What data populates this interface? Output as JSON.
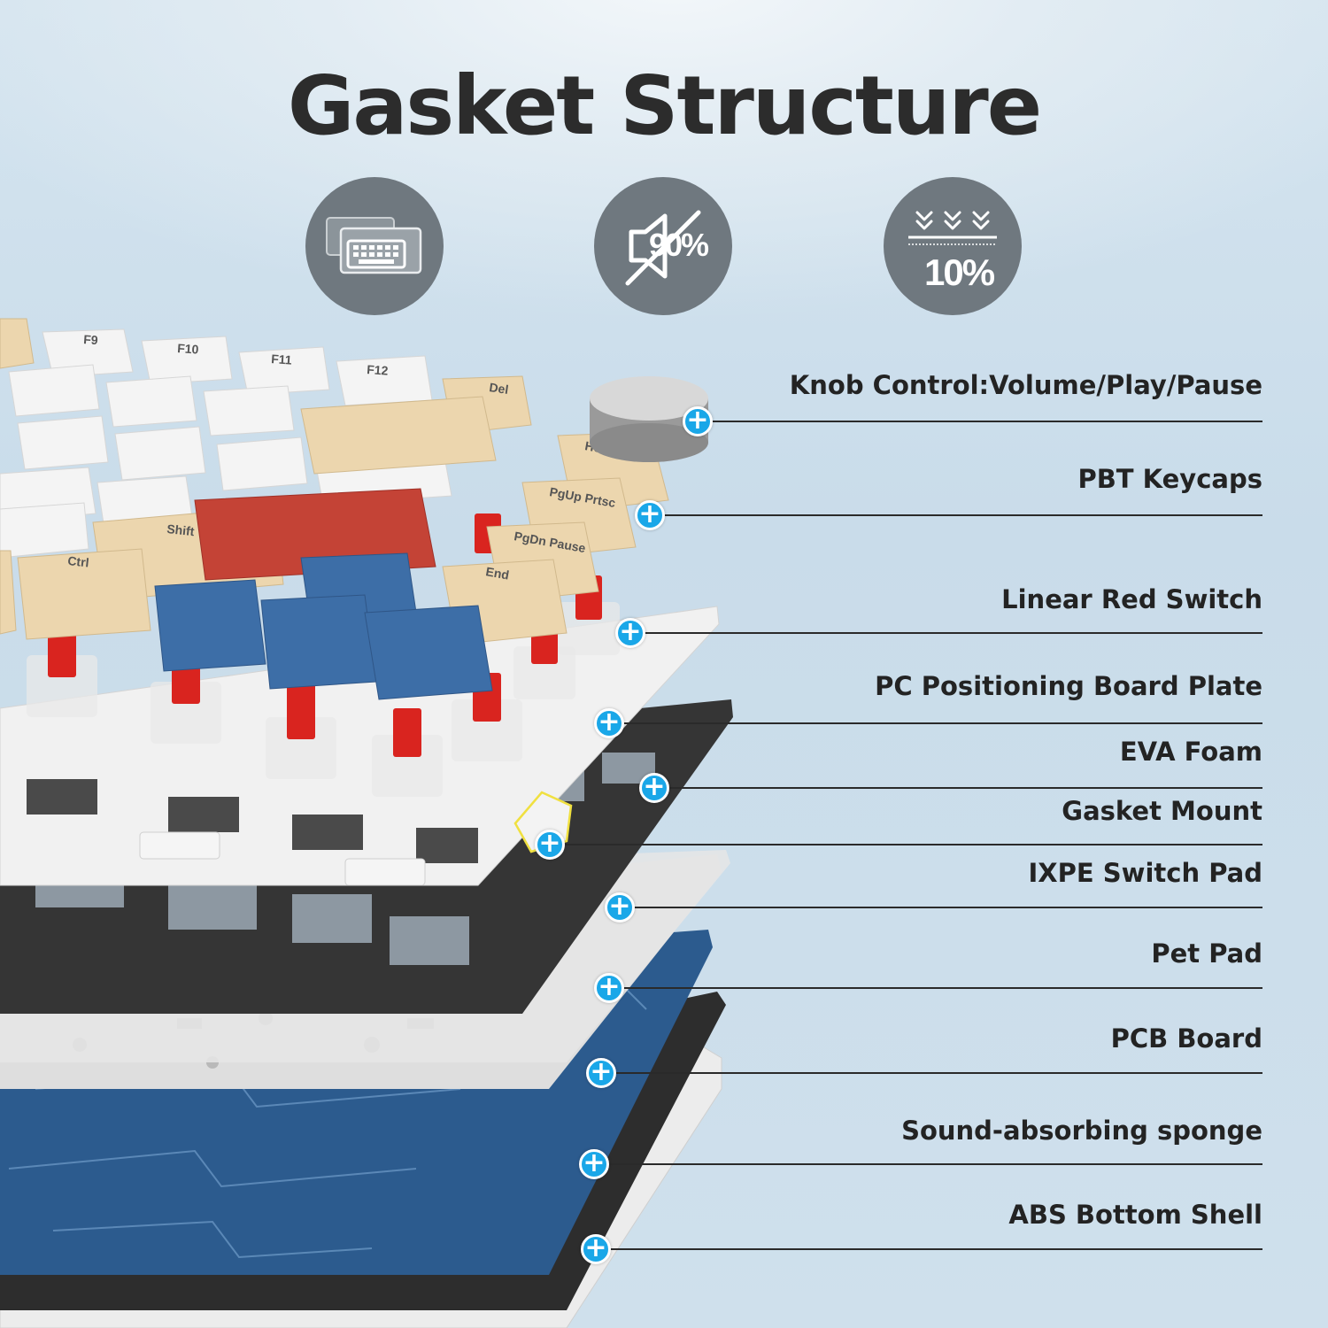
{
  "title": "Gasket Structure",
  "badges": [
    {
      "icon": "keyboard-layers-icon",
      "text": ""
    },
    {
      "icon": "sound-muted-icon",
      "text": "90%"
    },
    {
      "icon": "compression-arrows-icon",
      "text": "10%"
    }
  ],
  "layers": [
    "Knob Control:Volume/Play/Pause",
    "PBT Keycaps",
    "Linear Red Switch",
    "PC Positioning Board Plate",
    "EVA Foam",
    "Gasket Mount",
    "IXPE Switch Pad",
    "Pet Pad",
    "PCB Board",
    "Sound-absorbing sponge",
    "ABS Bottom Shell"
  ],
  "keycap_legends": [
    "F9",
    "F10",
    "F11",
    "F12",
    "Del",
    "Home Ins",
    "PgUp Prtsc",
    "PgDn Pause",
    "End",
    "Shift",
    "Ctrl"
  ],
  "colors": {
    "accent_plus": "#1aa7e8",
    "badge_bg": "#6f787f",
    "keycap_white": "#f2f2f2",
    "keycap_beige": "#ecd6ae",
    "keycap_red": "#c44336",
    "keycap_blue": "#3d6ea7",
    "switch_red": "#d9241f",
    "pcb_blue": "#2c5b8e"
  }
}
